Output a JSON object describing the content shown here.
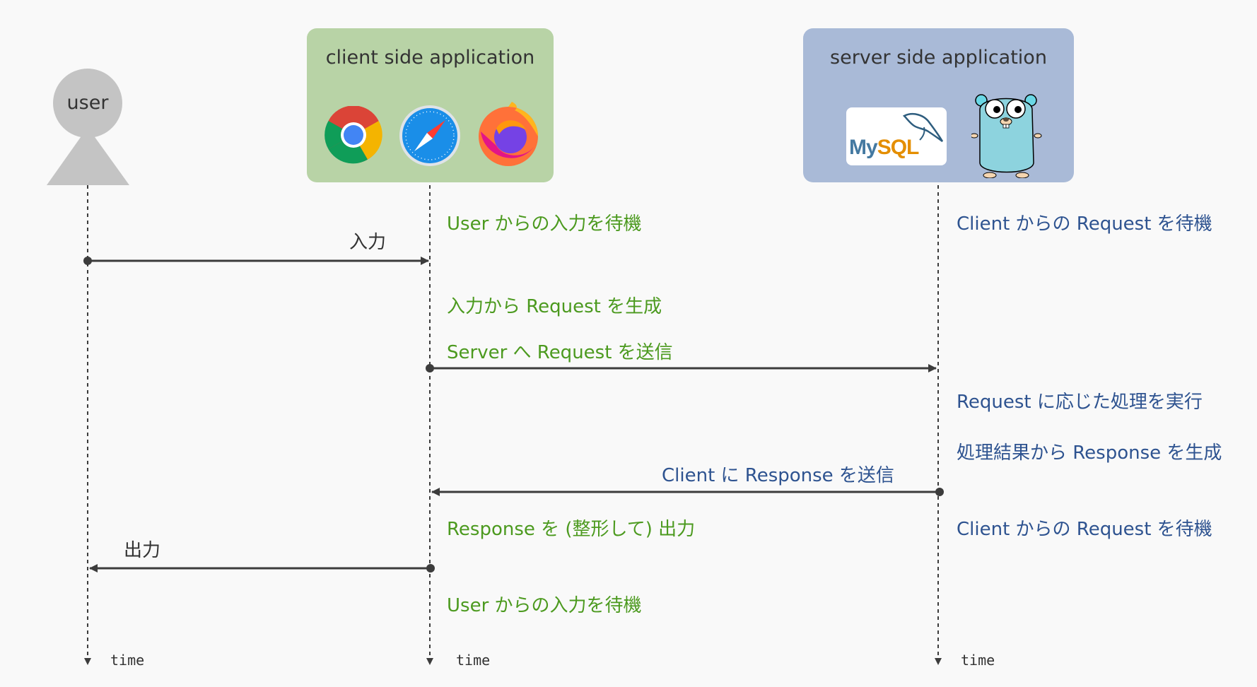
{
  "actors": {
    "user_label": "user",
    "client_title": "client side application",
    "server_title": "server side application"
  },
  "icons": {
    "client": [
      "chrome-icon",
      "safari-icon",
      "firefox-icon"
    ],
    "server": [
      "mysql-logo",
      "go-gopher-icon"
    ]
  },
  "mysql": {
    "my": "My",
    "sql": "SQL"
  },
  "colors": {
    "client_box": "#b8d3a6",
    "server_box": "#a9bad7",
    "client_text": "#4c9a1f",
    "server_text": "#2e5390",
    "lines": "#3c3c3c",
    "user_figure": "#c4c4c4"
  },
  "messages": {
    "input_label": "入力",
    "output_label": "出力",
    "client_wait_user_1": "User からの入力を待機",
    "client_make_request": "入力から Request を生成",
    "client_send_request": "Server へ Request を送信",
    "client_output": "Response を (整形して) 出力",
    "client_wait_user_2": "User からの入力を待機",
    "server_wait_request_1": "Client からの Request を待機",
    "server_process": "Request に応じた処理を実行",
    "server_make_response": "処理結果から Response を生成",
    "server_send_response": "Client に Response を送信",
    "server_wait_request_2": "Client からの Request を待機"
  },
  "time_label": "time"
}
